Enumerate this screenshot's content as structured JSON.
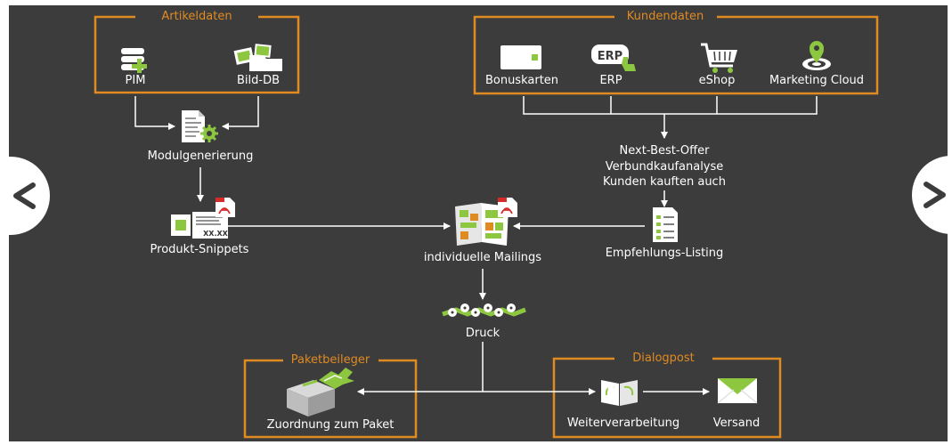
{
  "nav": {
    "prev_icon": "chevron-left-icon",
    "next_icon": "chevron-right-icon"
  },
  "colors": {
    "background": "#3c3c3c",
    "accent": "#e08a22",
    "green": "#8dc63f",
    "line": "#ffffff"
  },
  "groups": {
    "artikeldaten": {
      "title": "Artikeldaten",
      "items": [
        "PIM",
        "Bild-DB"
      ]
    },
    "kundendaten": {
      "title": "Kundendaten",
      "items": [
        "Bonuskarten",
        "ERP",
        "eShop",
        "Marketing Cloud"
      ]
    },
    "paketbeileger": {
      "title": "Paketbeileger",
      "items": [
        "Zuordnung zum Paket"
      ]
    },
    "dialogpost": {
      "title": "Dialogpost",
      "items": [
        "Weiterverarbeitung",
        "Versand"
      ]
    }
  },
  "nodes": {
    "modulgenerierung": "Modulgenerierung",
    "produkt_snippets": "Produkt-Snippets",
    "mailings": "individuelle Mailings",
    "empfehlungs_listing": "Empfehlungs-Listing",
    "druck": "Druck",
    "analysis": [
      "Next-Best-Offer",
      "Verbundkaufanalyse",
      "Kunden kauften auch"
    ]
  },
  "icon_texts": {
    "erp": "ERP",
    "price": "XX.XX",
    "pdf": "PDF"
  }
}
